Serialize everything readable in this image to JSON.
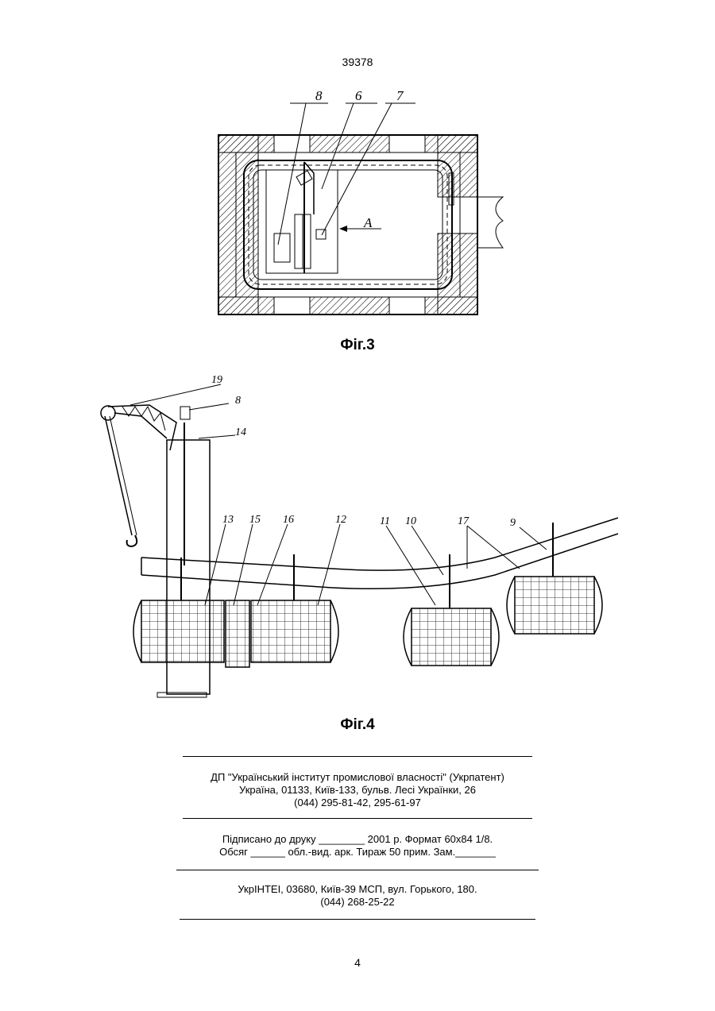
{
  "header": {
    "doc_number": "39378"
  },
  "figure3": {
    "caption": "Фіг.3",
    "callouts": [
      "8",
      "6",
      "7"
    ],
    "view_label": "A"
  },
  "figure4": {
    "caption": "Фіг.4",
    "callouts": [
      "19",
      "8",
      "14",
      "13",
      "15",
      "16",
      "12",
      "11",
      "10",
      "17",
      "9"
    ]
  },
  "footer": {
    "publisher_lines": [
      "ДП \"Український інститут промислової власності\" (Укрпатент)",
      "Україна, 01133, Київ-133, бульв. Лесі Українки, 26",
      "(044) 295-81-42, 295-61-97"
    ],
    "print_lines": [
      "Підписано до друку ________ 2001 р.    Формат 60х84 1/8.",
      "Обсяг ______ обл.-вид. арк.   Тираж 50 прим.    Зам._______"
    ],
    "printer_lines": [
      "УкрІНТЕІ, 03680, Київ-39 МСП, вул. Горького, 180.",
      "(044) 268-25-22"
    ]
  },
  "page_number": "4"
}
